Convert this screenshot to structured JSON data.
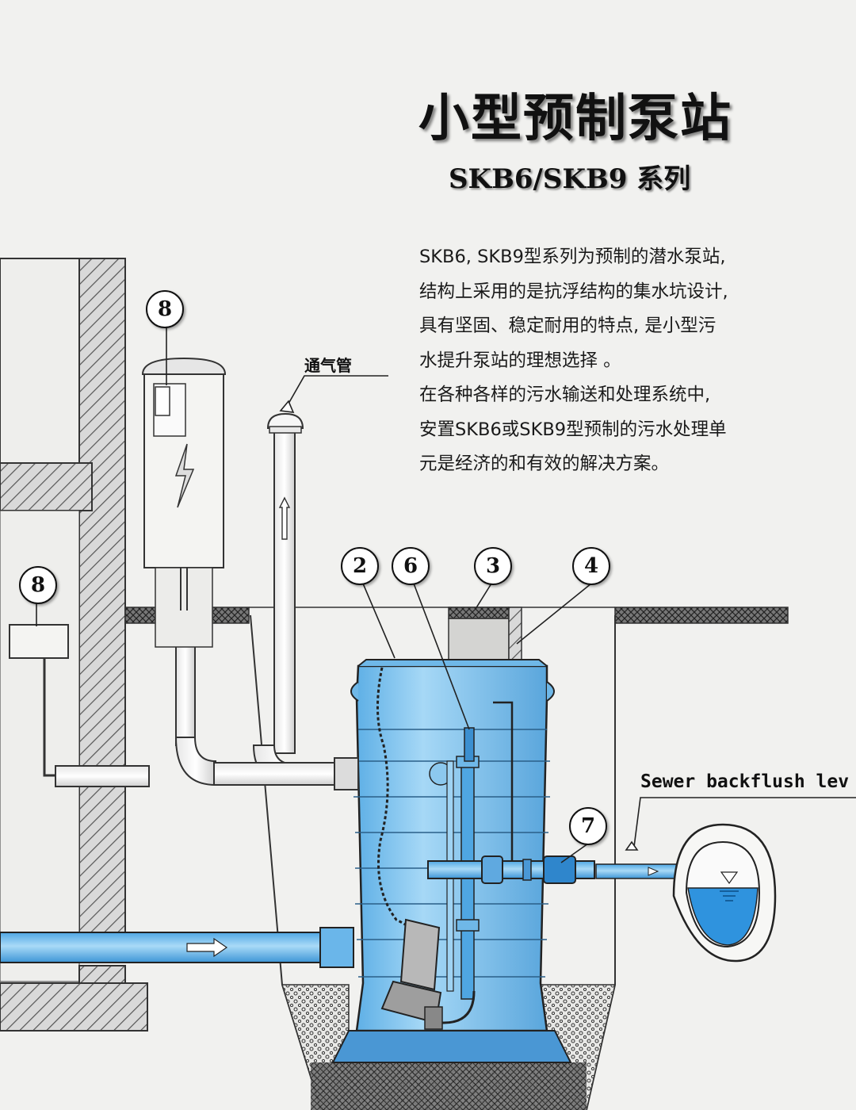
{
  "title": "小型预制泵站",
  "subtitle": "SKB6/SKB9  系列",
  "description": [
    "SKB6, SKB9型系列为预制的潜水泵站,",
    "结构上采用的是抗浮结构的集水坑设计,",
    "具有坚固、稳定耐用的特点, 是小型污",
    "水提升泵站的理想选择  。",
    "在各种各样的污水输送和处理系统中,",
    "安置SKB6或SKB9型预制的污水处理单",
    "元是经济的和有效的解决方案。"
  ],
  "labels": {
    "vent_pipe": "通气管",
    "sewer_backflush": "Sewer backflush lev"
  },
  "callouts": [
    "8",
    "8",
    "2",
    "6",
    "3",
    "4",
    "7"
  ],
  "colors": {
    "background": "#f1f1ef",
    "water": "#4aa8e6",
    "tank": "#86c6ee",
    "pipe": "#8ccaf0",
    "hatch": "#555555"
  }
}
